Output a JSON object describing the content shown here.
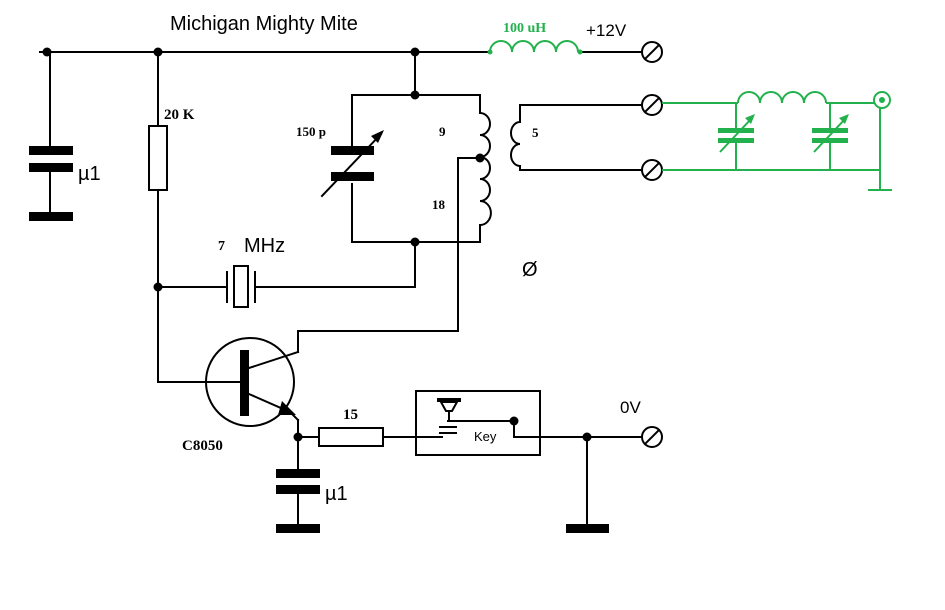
{
  "title": "Michigan Mighty Mite",
  "labels": {
    "inductor_rfc": "100 uH",
    "supply": "+12V",
    "resistor_bias": "20 K",
    "cap_supply": "µ1",
    "cap_tune": "150 p",
    "coil_primary_top": "9",
    "coil_primary_bottom": "18",
    "coil_link": "5",
    "crystal_freq_num": "7",
    "crystal_freq_unit": "MHz",
    "symbol_phi": "Ø",
    "transistor": "C8050",
    "resistor_emitter": "15",
    "key": "Key",
    "ground_label": "0V",
    "cap_emitter": "µ1"
  },
  "colors": {
    "wire": "#000000",
    "antenna_network": "#22b14c",
    "background": "#ffffff"
  }
}
